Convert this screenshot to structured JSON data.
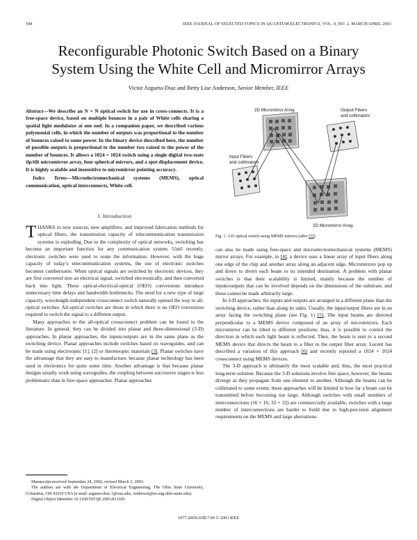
{
  "header": {
    "page": "594",
    "journal": "IEEE JOURNAL OF SELECTED TOPICS IN QUANTUM ELECTRONICS, VOL. 9, NO. 2, MARCH/APRIL 2003"
  },
  "title_line1": "Reconfigurable Photonic Switch Based on a Binary",
  "title_line2": "System Using the White Cell and Micromirror Arrays",
  "authors": {
    "names": "Victor Argueta-Diaz and Betty Lise Anderson,",
    "role": "Senior Member, IEEE"
  },
  "abstract": {
    "lead": "Abstract",
    "text": "—We describe an N × N optical switch for use in cross-connects. It is a free-space device, based on multiple bounces in a pair of White cells sharing a spatial light modulator at one end. In a companion paper, we described various polynomial cells, in which the number of outputs was proportional to the number of bounces raised to some power. In the binary device described here, the number of possible outputs is proportional to the number two raised to the power of the number of bounces. It allows a 1024 × 1024 switch using a single digital two-state tip/tilt micromirror array, four spherical mirrors, and a spot displacement device. It is highly scalable and insensitive to micromirror pointing accuracy."
  },
  "index_terms": {
    "lead": "Index Terms",
    "text": "—Microelectromechanical systems (MEMS), optical communication, optical interconnects, White cell."
  },
  "section_heading": "I.  Introduction",
  "left_body": {
    "dropcap": "T",
    "p1_rest": "HANKS to new sources, new amplifiers, and improved fabrication methods for optical fibers, the transmission capacity of telecommunication transmission systems is exploding. Due to the complexity of optical networks, switching has become an important function for any communication system. Until recently, electronic switches were used to route the information. However, with the huge capacity of today’s telecommunication systems, the use of electronic switches becomes cumbersome. When optical signals are switched by electronic devices, they are first converted into an electrical signal, switched electronically, and then converted back into light. These optical-electrical-optical (OEO) conversions introduce unnecessary time delays and bandwidth bottlenecks. The need for a new type of large capacity, wavelength-independent crossconnect switch naturally opened the way to all-optical switches. All-optical switches are those in which there is no OEO conversion required to switch the signal to a different output.",
    "p2_a": "Many approaches to the all-optical crossconnect problem can be found in the literature. In general, they can be divided into planar and three-dimensional (3-D) approaches. In planar approaches, the inputs/outputs are in the same plane as the switching device. Planar approaches include switches based on waveguides, and can be made using electrooptic [1], [2] or thermooptic materials ",
    "p2_ref": "[3]",
    "p2_b": ". Planar switches have the advantage that they are easy to manufacture, because planar technology has been used in electronics for quite some time. Another advantage is that because planar designs usually work using waveguides, the coupling between successive stages is less problematic than in free-space approaches. Planar approaches"
  },
  "footnotes": {
    "fn1": "Manuscript received September 24, 2002; revised March 3, 2003.",
    "fn2": "The authors are with the Department of Electrical Engineering, The Ohio State University, Columbus, OH 43210 USA (e-mail: argueta-diaz.1@osu.edu; Anderson@ee.eng.ohio-state.edu).",
    "fn3": "Digital Object Identifier 10.1109/JSTQE.2003.813305"
  },
  "figure": {
    "label_2d_mirror_top": "2D Micromirror Array",
    "label_output": "Output Fibers",
    "label_output2": "and collimators",
    "label_input": "Input Fibers",
    "label_input2": "and collimators",
    "label_2d_mirror_bottom": "2D Micromirror Array",
    "caption_a": "Fig. 1.   3-D optical switch using MEMS mirrors (after ",
    "caption_ref": "[5]",
    "caption_b": ")."
  },
  "right_body": {
    "p1_a": "can also be made using free-space and microelectromechanical systems (MEMS) mirror arrays. For example, in ",
    "p1_ref": "[4]",
    "p1_b": ", a device uses a linear array of input fibers along one edge of the chip and another array along an adjacent edge. Micromirrors pop up and down to divert each beam to its intended destination. A problem with planar switches is that their scalability is limited, mainly because the number of inputs/outputs that can be involved depends on the dimensions of the substrate, and these cannot be made arbitrarily large.",
    "p2_a": "In 3-D approaches, the inputs and outputs are arranged in a different plane than the switching device, rather than along its sides. Usually, the input/output fibers are in an array facing the switching plane (see Fig. 1) ",
    "p2_ref": "[5]",
    "p2_b": ". The input beams are directed perpendicular to a MEMS device composed of an array of micromirrors. Each micromirror can be tilted to different positions; thus, it is possible to control the direction in which each light beam is reflected. Then, the beam is sent to a second MEMS device that directs the beam to a fiber in the output fiber array. Lucent has described a variation of this approach ",
    "p2_ref2": "[6]",
    "p2_c": " and recently reported a 1024 × 1024 crossconnect using MEMS devices.",
    "p3": "The 3-D approach is ultimately the most scalable and, thus, the most practical long-term solution. Because the 3-D solutions involve free space, however, the beams diverge as they propagate from one element to another. Although the beams can be collimated to some extent, these approaches will be limited in how far a beam can be transmitted before becoming too large. Although switches with small numbers of interconnections (16 × 16, 32 × 32) are commercially available, switches with a large number of interconnections are harder to build due to high-precision alignment requirements on the MEMS and large aberrations."
  },
  "footer": "1077-260X/03$17.00 © 2003 IEEE"
}
